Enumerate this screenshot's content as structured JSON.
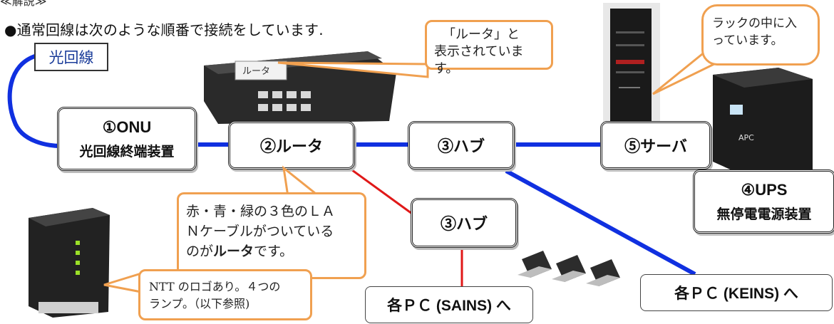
{
  "header": {
    "top_fragment": "≪解説≫",
    "intro": "●通常回線は次のような順番で接続をしています."
  },
  "fiber_label": "光回線",
  "nodes": {
    "onu": {
      "line1": "①ONU",
      "line2": "光回線終端装置"
    },
    "router": {
      "line1": "②ルータ"
    },
    "hub1": {
      "line1": "③ハブ"
    },
    "hub2": {
      "line1": "③ハブ"
    },
    "server": {
      "line1": "⑤サーバ"
    },
    "ups": {
      "line1": "④UPS",
      "line2": "無停電電源装置"
    }
  },
  "destinations": {
    "sains": "各ＰＣ (SAINS) へ",
    "keins": "各ＰＣ (KEINS) へ"
  },
  "callouts": {
    "router_label": {
      "line1": "「ルータ」と",
      "line2": "表示されています。"
    },
    "rack": {
      "line1": "ラックの中に入",
      "line2": "っています。"
    },
    "lan": {
      "line1": "赤・青・緑の３色のＬＡ",
      "line2": "Ｎケーブルがついている",
      "line3_pre": "のが",
      "line3_bold": "ルータ",
      "line3_post": "です。"
    },
    "ntt": {
      "line1": "NTT のロゴあり。４つの",
      "line2": "ランプ。（以下参照)"
    }
  },
  "photos": {
    "router_sticker": "ルータ",
    "ups_brand": "APC"
  },
  "colors": {
    "blue_cable": "#1030e0",
    "red_cable": "#e01818",
    "callout_border": "#f0a050",
    "fiber_text": "#1a3c9a"
  }
}
